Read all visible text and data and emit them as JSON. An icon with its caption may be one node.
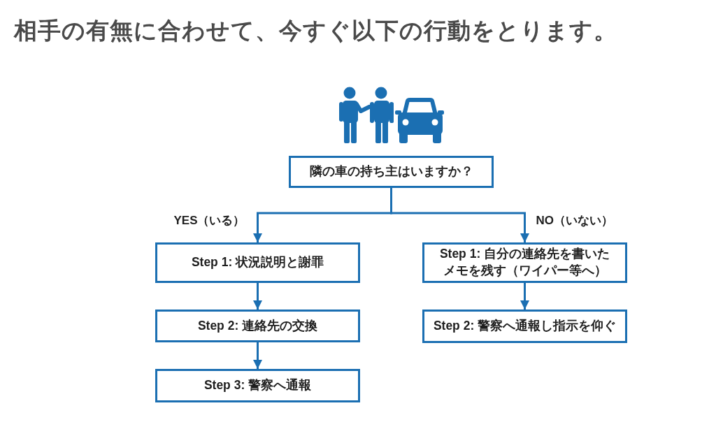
{
  "diagram": {
    "title": "相手の有無に合わせて、今すぐ以下の行動をとります。",
    "nodes": [
      {
        "text": [
          "隣の車の持ち主はいますか？"
        ]
      },
      {
        "text": [
          "Step 1: 状況説明と謝罪"
        ]
      },
      {
        "text": [
          "Step 2: 連絡先の交換"
        ]
      },
      {
        "text": [
          "Step 3: 警察へ通報"
        ]
      },
      {
        "text": [
          "Step 1: 自分の連絡先を書いたメモを残す（ワイパー等へ）"
        ]
      },
      {
        "text": [
          "Step 2: 警察へ通報し指示を仰ぐ"
        ]
      }
    ],
    "edges": [
      {
        "from": 0,
        "to": 1,
        "arrow": "to",
        "label": "YES（いる）"
      },
      {
        "from": 0,
        "to": 4,
        "arrow": "to",
        "label": "NO（いない）"
      },
      {
        "from": 1,
        "to": 2,
        "arrow": "to"
      },
      {
        "from": 2,
        "to": 3,
        "arrow": "to"
      },
      {
        "from": 4,
        "to": 5,
        "arrow": "to"
      }
    ]
  }
}
